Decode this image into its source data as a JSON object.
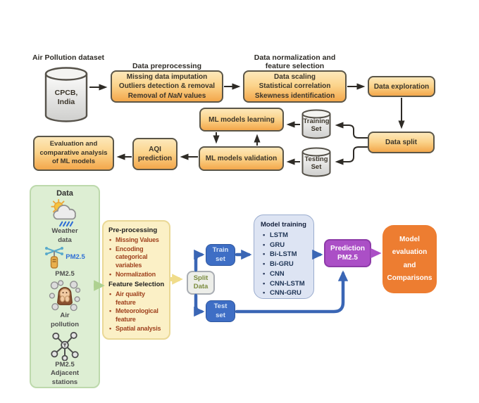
{
  "top_flow": {
    "dataset_label": "Air Pollution dataset",
    "dataset_db": [
      "CPCB,",
      "India"
    ],
    "preprocessing_title": "Data preprocessing",
    "preprocessing_lines": [
      "Missing data imputation",
      "Outliers detection & removal"
    ],
    "preprocessing_line3": {
      "prefix": "Removal of ",
      "italic": "NaN",
      "suffix": " values"
    },
    "normalization_title": [
      "Data normalization and",
      "feature selection"
    ],
    "normalization_lines": [
      "Data scaling",
      "Statistical correlation",
      "Skewness identification"
    ],
    "data_exploration": "Data exploration",
    "data_split": "Data split",
    "ml_learning": "ML models learning",
    "training_set": [
      "Training",
      "Set"
    ],
    "ml_validation": "ML models validation",
    "testing_set": [
      "Testing",
      "Set"
    ],
    "aqi_prediction": [
      "AQI",
      "prediction"
    ],
    "evaluation": [
      "Evaluation and",
      "comparative analysis",
      "of ML models"
    ]
  },
  "bottom_flow": {
    "data_panel": {
      "title": "Data",
      "weather_label": [
        "Weather",
        "data"
      ],
      "sensor_badge": "PM2.5",
      "pm25_label": "PM2.5",
      "air_label": [
        "Air",
        "pollution"
      ],
      "stations_label": [
        "PM2.5",
        "Adjacent",
        "stations"
      ],
      "icons": [
        "weather-icon",
        "pm25-sensor-icon",
        "air-pollution-icon",
        "adjacent-stations-icon"
      ]
    },
    "preprocessing_panel": {
      "title1": "Pre-processing",
      "bullets1": [
        "Missing Values",
        "Encoding categorical variables",
        "Normalization"
      ],
      "title2": "Feature Selection",
      "bullets2": [
        "Air quality feature",
        "Meteorological feature",
        "Spatial analysis"
      ]
    },
    "split_data": [
      "Split",
      "Data"
    ],
    "train_set": [
      "Train",
      "set"
    ],
    "test_set": [
      "Test",
      "set"
    ],
    "model_training": {
      "title": "Model training",
      "models": [
        "LSTM",
        "GRU",
        "Bi-LSTM",
        "Bi-GRU",
        "CNN",
        "CNN-LSTM",
        "CNN-GRU"
      ]
    },
    "prediction": [
      "Prediction",
      "PM2.5"
    ],
    "model_evaluation": [
      "Model",
      "evaluation",
      "and",
      "Comparisons"
    ]
  },
  "colors": {
    "orange_box_top": "#fde8ba",
    "orange_box_bottom": "#f3a74b",
    "box_border": "#5b5648",
    "black_arrow": "#2e2b26",
    "green_panel": "#ddeed3",
    "yellow_panel": "#fbf0c6",
    "bullet_red": "#a0431f",
    "blue_box": "#3e6ec5",
    "blue_arrow": "#3a66b5",
    "model_panel": "#dde4f3",
    "model_text": "#1f3556",
    "purple_box": "#ab4fc6",
    "orange_eval": "#ed7d31",
    "split_text_green": "#7a8b3d",
    "pm25_blue": "#2f6fd6"
  }
}
